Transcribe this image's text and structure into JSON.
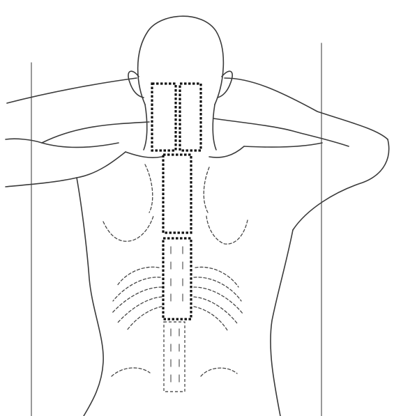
{
  "figure": {
    "subject": "",
    "colors": {
      "outline": "#3a3a3a",
      "zone_bold": "#111111",
      "zone_light": "#555555",
      "background": "#ffffff"
    },
    "zones": [
      {
        "name": "cervical-left"
      },
      {
        "name": "cervical-right"
      },
      {
        "name": "upper-thoracic"
      },
      {
        "name": "lower-thoracic"
      },
      {
        "name": "lumbar"
      }
    ]
  }
}
